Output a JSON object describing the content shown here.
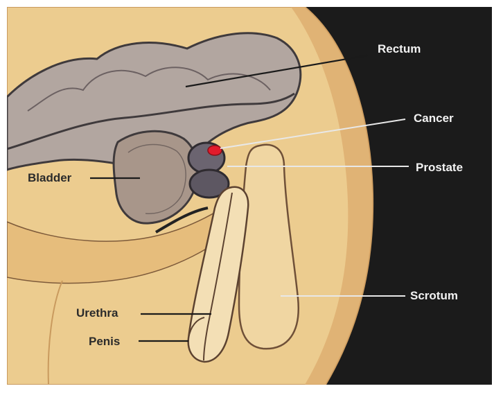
{
  "diagram": {
    "labels": {
      "rectum": "Rectum",
      "cancer": "Cancer",
      "prostate": "Prostate",
      "bladder": "Bladder",
      "scrotum": "Scrotum",
      "urethra": "Urethra",
      "penis": "Penis"
    },
    "colors": {
      "background": "#1b1b1b",
      "skin": "#eccc8f",
      "skin_dark": "#dba869",
      "rectum": "#b2a6a0",
      "bladder": "#a8968a",
      "prostate": "#6b6470",
      "cancer": "#e21b2c",
      "outline": "#3f3a3c"
    }
  }
}
